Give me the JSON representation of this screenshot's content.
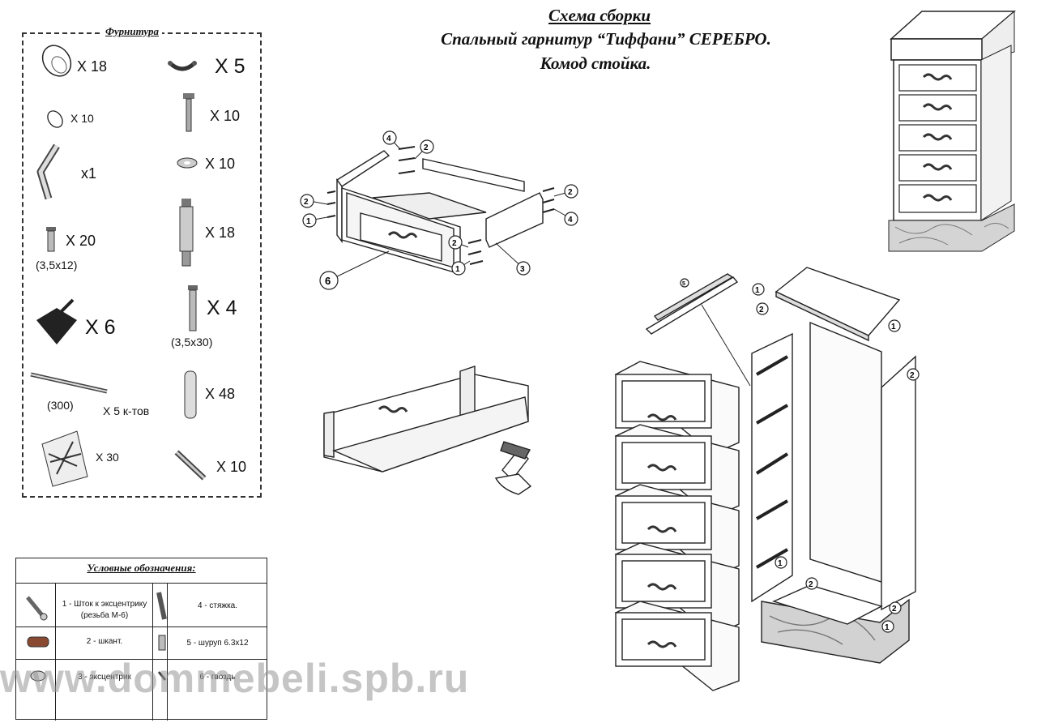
{
  "title": {
    "line1": "Схема сборки",
    "line2": "Спальный гарнитур “Тиффани” СЕРЕБРО.",
    "line3": "Комод стойка."
  },
  "hardware": {
    "title": "Фурнитура",
    "items": [
      {
        "icon": "cam-disc-icon",
        "qty": "X 18"
      },
      {
        "icon": "handle-icon",
        "qty": "X 5"
      },
      {
        "icon": "small-cap-icon",
        "qty": "X 10"
      },
      {
        "icon": "bolt-icon",
        "qty": "X 10"
      },
      {
        "icon": "hex-key-icon",
        "qty": "x1"
      },
      {
        "icon": "washer-icon",
        "qty": "X 10"
      },
      {
        "icon": "short-screw-icon",
        "qty": "X 20",
        "note": "(3,5x12)"
      },
      {
        "icon": "cam-stem-icon",
        "qty": "X 18"
      },
      {
        "icon": "furniture-leg-icon",
        "qty": "X 6"
      },
      {
        "icon": "long-screw-icon",
        "qty": "X 4",
        "note": "(3,5x30)"
      },
      {
        "icon": "drawer-slide-icon",
        "qty": "X  5 к-тов",
        "note": "(300)"
      },
      {
        "icon": "dowel-icon",
        "qty": "X 48"
      },
      {
        "icon": "nail-bag-icon",
        "qty": "X 30"
      },
      {
        "icon": "confirmat-screw-icon",
        "qty": "X 10"
      }
    ]
  },
  "legend": {
    "title": "Условные обозначения:",
    "items": [
      {
        "icon": "stem-icon",
        "text": "1 - Шток к эксцентрику (резьба М-6)"
      },
      {
        "icon": "tie-screw-icon",
        "text": "4 - стяжка."
      },
      {
        "icon": "dowel-icon",
        "text": "2 - шкант."
      },
      {
        "icon": "screw-icon",
        "text": "5 - шуруп 6.3x12"
      },
      {
        "icon": "eccentric-icon",
        "text": "3 - эксцентрик"
      },
      {
        "icon": "nail-icon",
        "text": "6 - гвоздь"
      }
    ]
  },
  "callouts": [
    "1",
    "2",
    "3",
    "4",
    "5",
    "6"
  ],
  "watermark": "www.dommebeli.spb.ru",
  "colors": {
    "line": "#222222",
    "fill": "#ffffff",
    "shade": "#bdbdbd",
    "handle": "#333333"
  }
}
